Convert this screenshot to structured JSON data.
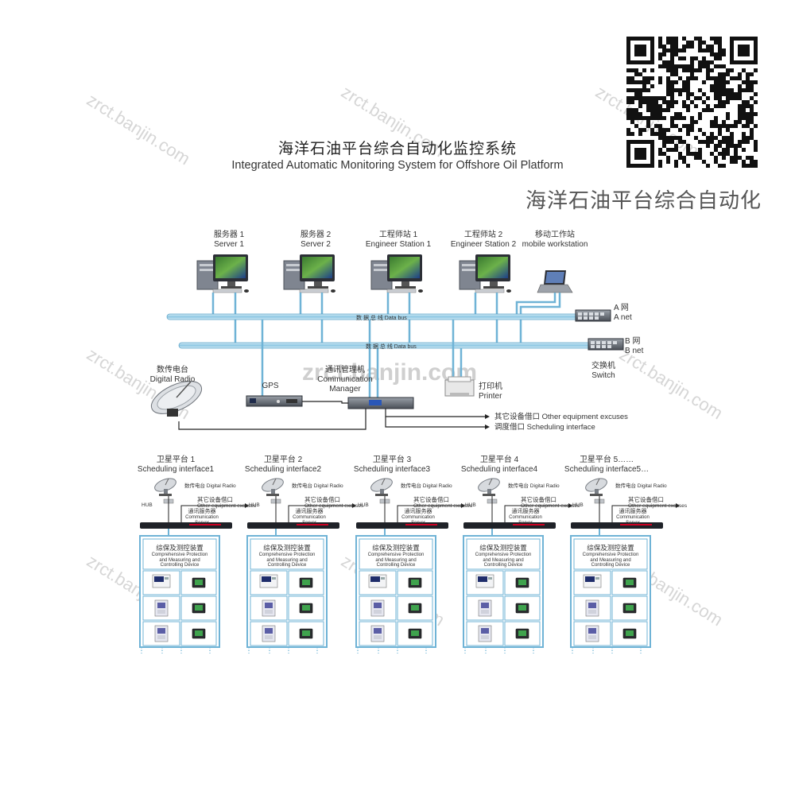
{
  "title_cn": "海洋石油平台综合自动化监控系统",
  "title_en": "Integrated Automatic Monitoring System for Offshore Oil Platform",
  "banner": "海洋石油平台综合自动化",
  "watermark": "zrct.banjin.com",
  "stations": [
    {
      "cn": "服务器 1",
      "en": "Server 1"
    },
    {
      "cn": "服务器 2",
      "en": "Server 2"
    },
    {
      "cn": "工程师站 1",
      "en": "Engineer Station 1"
    },
    {
      "cn": "工程师站 2",
      "en": "Engineer Station 2"
    },
    {
      "cn": "移动工作站",
      "en": "mobile workstation"
    }
  ],
  "network": {
    "a_net_cn": "A 网",
    "a_net_en": "A net",
    "b_net_cn": "B 网",
    "b_net_en": "B net",
    "bus_label": "数 据 总 线   Data bus",
    "switch_cn": "交换机",
    "switch_en": "Switch",
    "radio_cn": "数传电台",
    "radio_en": "Digital Radio",
    "gps": "GPS",
    "comm_cn": "通讯管理机",
    "comm_en1": "Communication",
    "comm_en2": "Manager",
    "printer_cn": "打印机",
    "printer_en": "Printer",
    "other_iface": "其它设备借口 Other equipment excuses",
    "sched_iface": "调度借口 Scheduling interface"
  },
  "platforms": [
    {
      "cn": "卫星平台 1",
      "en": "Scheduling interface1"
    },
    {
      "cn": "卫星平台 2",
      "en": "Scheduling interface2"
    },
    {
      "cn": "卫星平台 3",
      "en": "Scheduling interface3"
    },
    {
      "cn": "卫星平台 4",
      "en": "Scheduling interface4"
    },
    {
      "cn": "卫星平台 5……",
      "en": "Scheduling interface5…"
    }
  ],
  "platform_detail": {
    "radio": "数传电台 Digital Radio",
    "other_cn": "其它设备借口",
    "other_en": "Other equipment excuses",
    "hub": "HUB",
    "server_cn": "通讯服务器",
    "server_en1": "Communication",
    "server_en2": "Server",
    "device_cn": "综保及测控装置",
    "device_en1": "Comprehensive Protection",
    "device_en2": "and Measuring and",
    "device_en3": "Controlling Device"
  },
  "colors": {
    "bus": "#6fb3d6",
    "bus_light": "#bfe2f2",
    "line": "#222222"
  }
}
